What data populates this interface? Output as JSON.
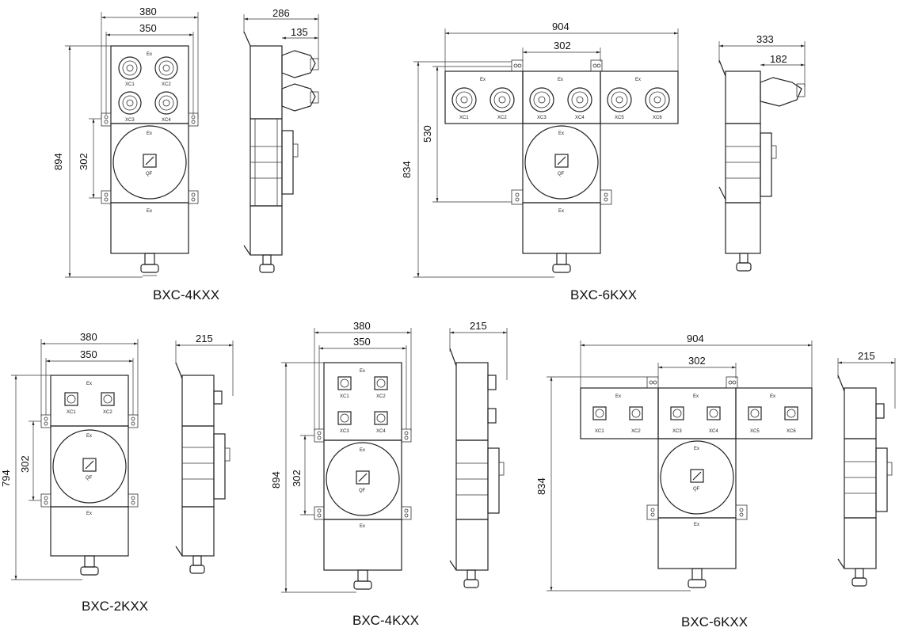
{
  "captions": {
    "top_left": "BXC-4KXX",
    "top_right": "BXC-6KXX",
    "bottom_1": "BXC-2KXX",
    "bottom_2": "BXC-4KXX",
    "bottom_3": "BXC-6KXX"
  },
  "dims": {
    "tl_380": "380",
    "tl_350": "350",
    "tl_894": "894",
    "tl_302": "302",
    "tls_286": "286",
    "tls_135": "135",
    "tr_904": "904",
    "tr_302": "302",
    "tr_834": "834",
    "tr_530": "530",
    "trs_333": "333",
    "trs_182": "182",
    "b1_380": "380",
    "b1_350": "350",
    "b1_794": "794",
    "b1_302": "302",
    "b1s_215": "215",
    "b2_380": "380",
    "b2_350": "350",
    "b2_894": "894",
    "b2_302": "302",
    "b2s_215": "215",
    "b3_904": "904",
    "b3_302": "302",
    "b3_834": "834",
    "b3s_215": "215"
  },
  "labels": {
    "ex": "Ex",
    "qf": "QF",
    "xc1": "XC1",
    "xc2": "XC2",
    "xc3": "XC3",
    "xc4": "XC4",
    "xc5": "XC5",
    "xc6": "XC6"
  }
}
